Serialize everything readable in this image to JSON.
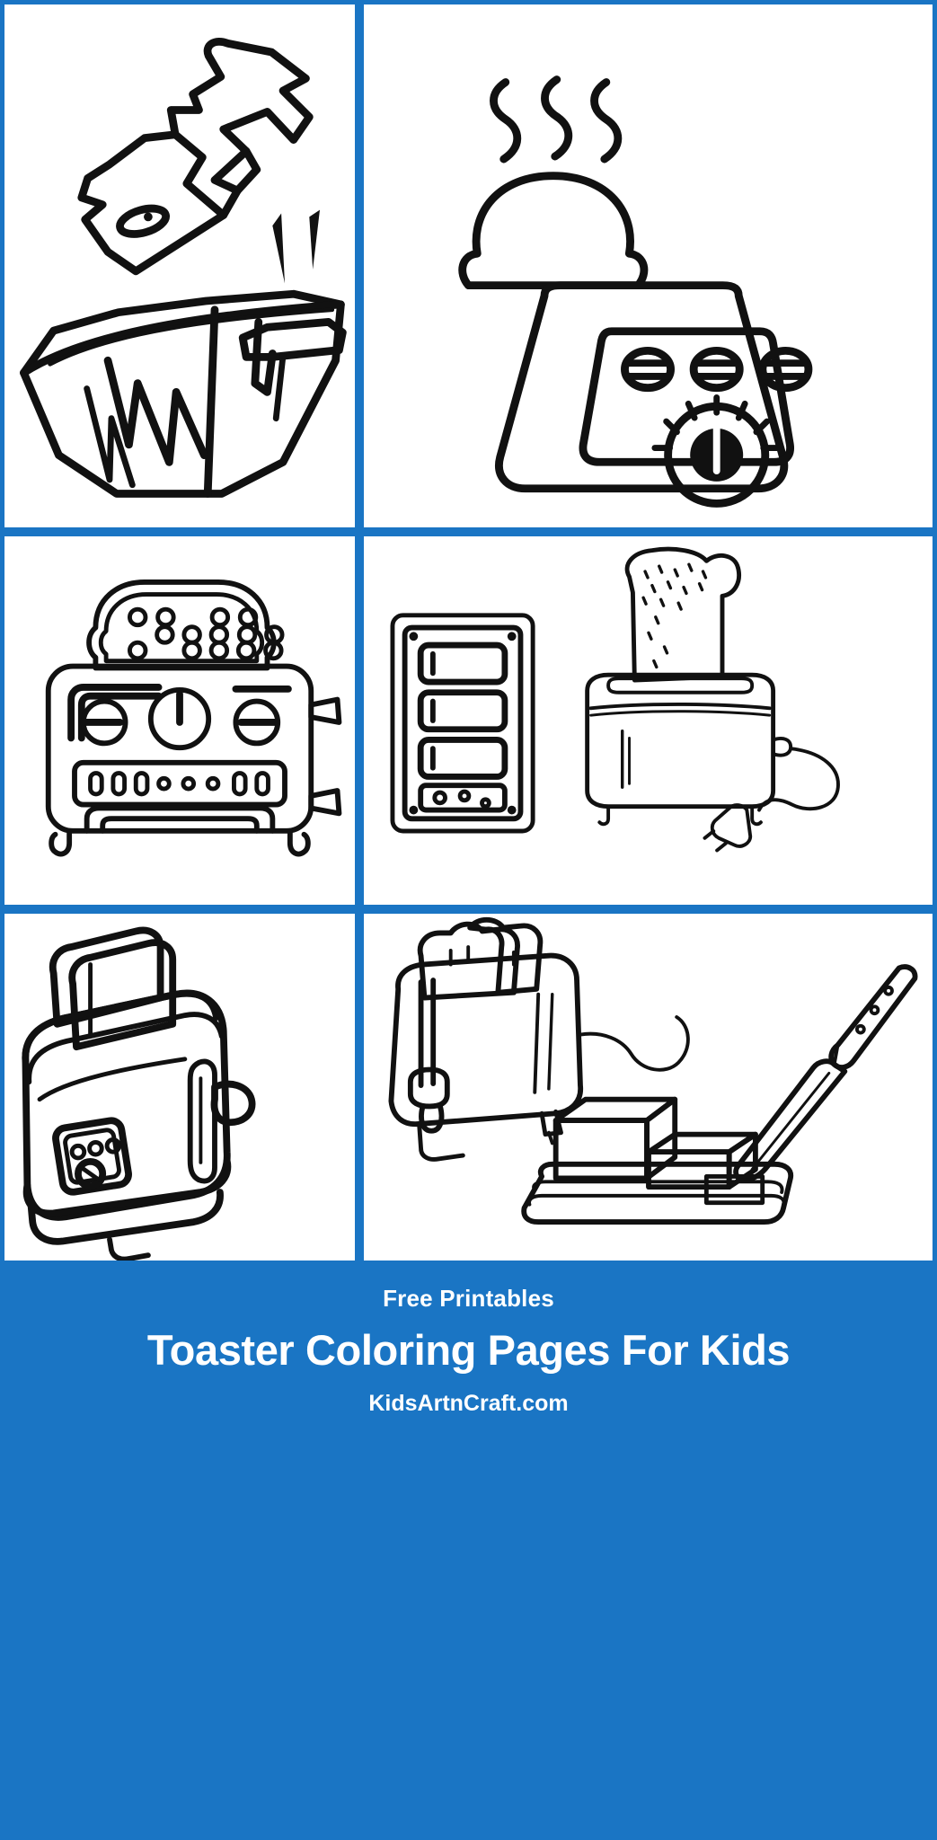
{
  "theme": {
    "accent_color": "#1a75c4",
    "panel_background": "#ffffff",
    "ink_color": "#111111"
  },
  "footer": {
    "eyebrow": "Free Printables",
    "title": "Toaster Coloring Pages For Kids",
    "site": "KidsArtnCraft.com"
  },
  "grid": {
    "columns": 2,
    "rows": 3,
    "panels": [
      {
        "id": "panel-1",
        "position": "top-left",
        "alt": "Cartoon toaster with slice of toast flying out, motion lines",
        "elements": [
          "flying-toast",
          "toaster-body",
          "jagged-motion-lines",
          "lever-handle",
          "toaster-eye"
        ]
      },
      {
        "id": "panel-2",
        "position": "top-right",
        "alt": "Trapezoid toaster with steam wisps, bread dome, three oval buttons and a browning dial",
        "elements": [
          "steam-wisps",
          "bread-dome",
          "toaster-body",
          "button-oval",
          "button-oval",
          "button-oval",
          "browning-dial"
        ]
      },
      {
        "id": "panel-3",
        "position": "middle-left",
        "alt": "Front-view toaster with a slice of bread on top, two slot knobs, a center dial and a row of vents",
        "elements": [
          "bread-slice-with-holes",
          "left-knob",
          "center-dial",
          "right-knob",
          "vent-row",
          "cord-plug",
          "feet"
        ]
      },
      {
        "id": "panel-4",
        "position": "middle-right",
        "alt": "Wall switch plate with three rocker switches and an outlet, beside a toaster with popped up toast and a cord with plug",
        "elements": [
          "switch-plate",
          "rocker-switch",
          "rocker-switch",
          "rocker-switch",
          "outlet",
          "toaster",
          "toast-slice",
          "cord",
          "plug"
        ]
      },
      {
        "id": "panel-5",
        "position": "bottom-left",
        "alt": "Three-quarter view toaster with two toast slices popped up, a side lever, and a control panel with dial",
        "elements": [
          "toast-slice",
          "toast-slice",
          "toaster-body",
          "side-lever",
          "control-panel",
          "control-dial",
          "base"
        ]
      },
      {
        "id": "panel-6",
        "position": "bottom-right",
        "alt": "Toaster with toast and a cord, beside a butter dish with a stick of butter and a knife",
        "elements": [
          "toaster-body",
          "toast-slice",
          "lever",
          "cord",
          "butter-dish",
          "butter-stick",
          "butter-pat",
          "knife"
        ]
      }
    ]
  }
}
